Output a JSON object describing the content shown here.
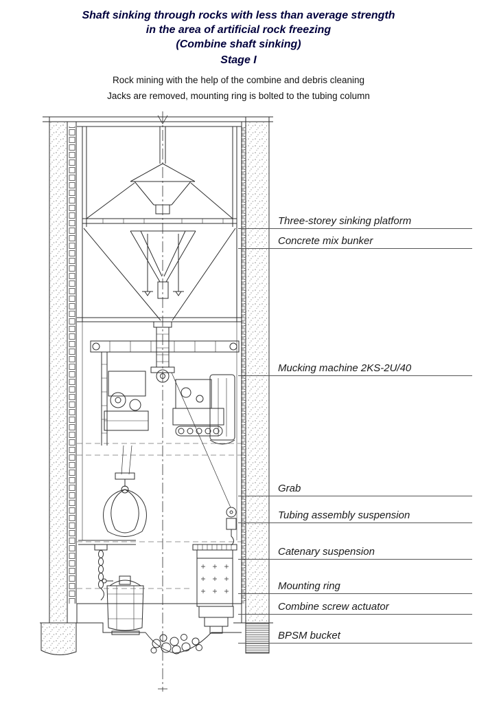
{
  "title": {
    "line1": "Shaft sinking through rocks with less than average strength",
    "line2": "in the area of artificial rock freezing",
    "line3": "(Combine shaft sinking)",
    "stage": "Stage I"
  },
  "subtitle": {
    "line1": "Rock mining with the help of the combine and debris cleaning",
    "line2": "Jacks are removed, mounting ring is bolted to the tubing column"
  },
  "labels": [
    {
      "text": "Three-storey sinking platform"
    },
    {
      "text": "Concrete mix bunker"
    },
    {
      "text": "Mucking machine 2KS-2U/40"
    },
    {
      "text": "Grab"
    },
    {
      "text": "Tubing assembly suspension"
    },
    {
      "text": "Catenary suspension"
    },
    {
      "text": "Mounting ring"
    },
    {
      "text": "Combine screw actuator"
    },
    {
      "text": "BPSM bucket"
    }
  ],
  "colors": {
    "title": "#00003c",
    "text": "#111111",
    "label": "#1a1a1a",
    "line": "#2e2e2e",
    "leader": "#555555",
    "background": "#ffffff"
  }
}
